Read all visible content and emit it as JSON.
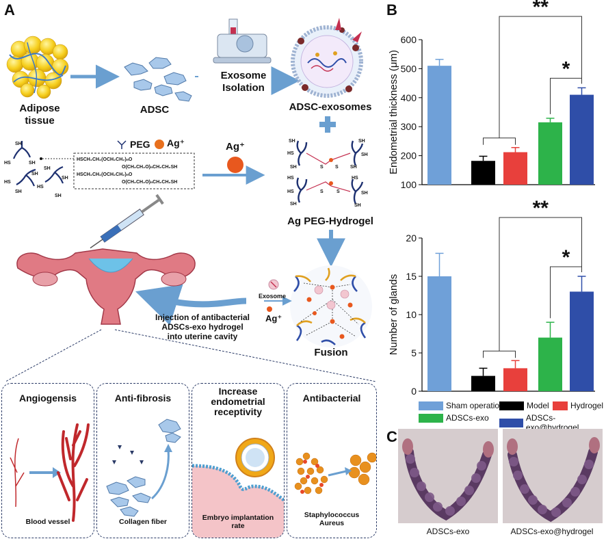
{
  "panels": {
    "a": "A",
    "b": "B",
    "c": "C"
  },
  "panel_a": {
    "adipose_line1": "Adipose",
    "adipose_line2": "tissue",
    "adsc": "ADSC",
    "exosome_isolation_line1": "Exosome",
    "exosome_isolation_line2": "Isolation",
    "adsc_exosomes": "ADSC-exosomes",
    "peg": "PEG",
    "ag_plus": "Ag⁺",
    "ag_plus_center": "Ag⁺",
    "formula_line1": "HSCH₂CH₂(OCH₂CH₂)ₙO",
    "formula_line2": "HSCH₂CH₂(OCH₂CH₂)ₙO",
    "formula_line3": "O(CH₂CH₂O)ₙCH₂CH₂SH",
    "formula_line4": "O(CH₂CH₂O)ₙCH₂CH₂SH",
    "ag_peg_hydrogel": "Ag PEG-Hydrogel",
    "exosome": "Exosome",
    "ag_plus_small": "Ag⁺",
    "injection_line1": "Injection of antibacterial",
    "injection_line2": "ADSCs-exo hydrogel",
    "injection_line3": "into uterine cavity",
    "fusion": "Fusion",
    "boxes": [
      {
        "title": "Angiogensis",
        "caption": "Blood vessel"
      },
      {
        "title": "Anti-fibrosis",
        "caption": "Collagen fiber"
      },
      {
        "title": "Increase endometrial receptivity",
        "caption": "Embryo implantation rate"
      },
      {
        "title": "Antibacterial",
        "caption": "Staphylococcus Aureus"
      }
    ]
  },
  "colors": {
    "sham": "#6fa0d8",
    "model": "#000000",
    "hydrogel": "#e8403c",
    "adscs_exo": "#2db34a",
    "adscs_exo_hydrogel": "#2f4ea8",
    "arrow": "#6a9fd0",
    "outline": "#2a3a66"
  },
  "chart_data": [
    {
      "type": "bar",
      "ylabel": "Endometrial thickness (μm)",
      "xlabel": "",
      "ylim": [
        100,
        600
      ],
      "yticks": [
        "100",
        "200",
        "300",
        "400",
        "500",
        "600"
      ],
      "values": [
        510,
        182,
        212,
        315,
        410
      ],
      "errors": [
        22,
        16,
        16,
        14,
        24
      ],
      "significance": [
        "**",
        "*"
      ]
    },
    {
      "type": "bar",
      "ylabel": "Number of glands",
      "xlabel": "",
      "ylim": [
        0,
        20
      ],
      "yticks": [
        "0",
        "5",
        "10",
        "15",
        "20"
      ],
      "values": [
        15,
        2,
        3,
        7,
        13
      ],
      "errors": [
        3,
        1,
        1,
        2,
        2
      ],
      "significance": [
        "**",
        "*"
      ]
    }
  ],
  "legend": [
    {
      "label": "Sham operation",
      "color": "#6fa0d8"
    },
    {
      "label": "Model",
      "color": "#000000"
    },
    {
      "label": "Hydrogel",
      "color": "#e8403c"
    },
    {
      "label": "ADSCs-exo",
      "color": "#2db34a"
    },
    {
      "label": "ADSCs-exo@hydrogel",
      "color": "#2f4ea8"
    }
  ],
  "panel_c": {
    "caption_left": "ADSCs-exo",
    "caption_right": "ADSCs-exo@hydrogel"
  }
}
